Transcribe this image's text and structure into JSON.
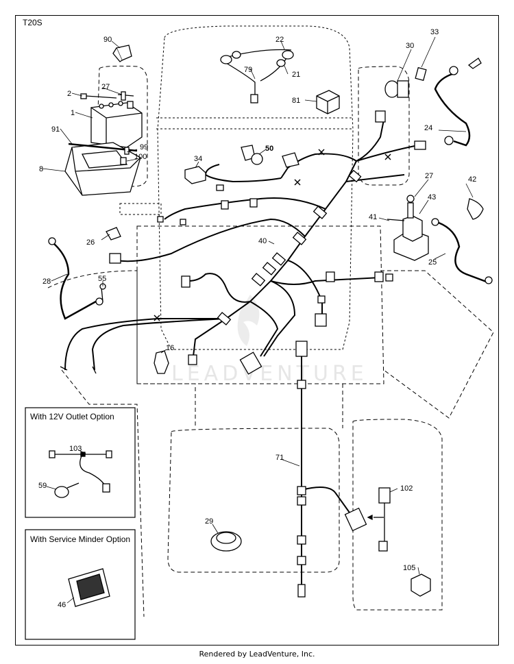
{
  "diagram": {
    "model_code": "T20S",
    "watermark": "LEADVENTURE",
    "footer": "Rendered by LeadVenture, Inc.",
    "colors": {
      "line": "#000000",
      "watermark": "#e6e6e6"
    },
    "boxes": {
      "outlet": {
        "title": "With 12V Outlet Option",
        "parts": [
          "103",
          "59"
        ]
      },
      "minder": {
        "title": "With Service Minder Option",
        "parts": [
          "46"
        ]
      }
    },
    "labels": {
      "p1": "1",
      "p2": "2",
      "p8": "8",
      "p16": "16",
      "p21": "21",
      "p22": "22",
      "p24": "24",
      "p25": "25",
      "p26": "26",
      "p27a": "27",
      "p27b": "27",
      "p28": "28",
      "p29": "29",
      "p30": "30",
      "p33": "33",
      "p34": "34",
      "p40": "40",
      "p41": "41",
      "p42": "42",
      "p43": "43",
      "p46": "46",
      "p50": "50",
      "p55": "55",
      "p59": "59",
      "p71": "71",
      "p79": "79",
      "p81": "81",
      "p90": "90",
      "p91": "91",
      "p99": "99",
      "p100": "100",
      "p102": "102",
      "p103": "103",
      "p105": "105"
    }
  }
}
